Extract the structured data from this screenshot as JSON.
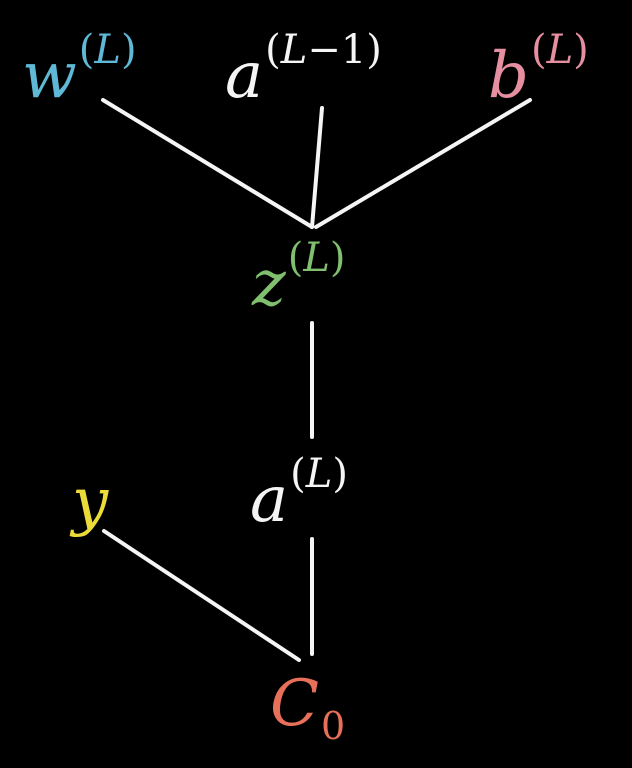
{
  "diagram": {
    "title": "Backpropagation computational graph for one layer",
    "background": "#000000",
    "edge_color": "#f5f5f5",
    "nodes": {
      "w": {
        "base": "w",
        "sup_open": "(",
        "sup_var": "L",
        "sup_rest": "",
        "sup_close": ")",
        "color": "#5fb8d6"
      },
      "a_prev": {
        "base": "a",
        "sup_open": "(",
        "sup_var": "L",
        "sup_rest": "−1",
        "sup_close": ")",
        "color": "#f5f5f5"
      },
      "b": {
        "base": "b",
        "sup_open": "(",
        "sup_var": "L",
        "sup_rest": "",
        "sup_close": ")",
        "color": "#e58fa0"
      },
      "z": {
        "base": "z",
        "sup_open": "(",
        "sup_var": "L",
        "sup_rest": "",
        "sup_close": ")",
        "color": "#7fbf6e"
      },
      "a": {
        "base": "a",
        "sup_open": "(",
        "sup_var": "L",
        "sup_rest": "",
        "sup_close": ")",
        "color": "#f5f5f5"
      },
      "y": {
        "base": "y",
        "color": "#ecdc3a"
      },
      "c": {
        "base": "C",
        "sub": "0",
        "color": "#e8705a"
      }
    },
    "edges": [
      {
        "from": "w",
        "to": "z"
      },
      {
        "from": "a_prev",
        "to": "z"
      },
      {
        "from": "b",
        "to": "z"
      },
      {
        "from": "z",
        "to": "a"
      },
      {
        "from": "y",
        "to": "c"
      },
      {
        "from": "a",
        "to": "c"
      }
    ]
  }
}
